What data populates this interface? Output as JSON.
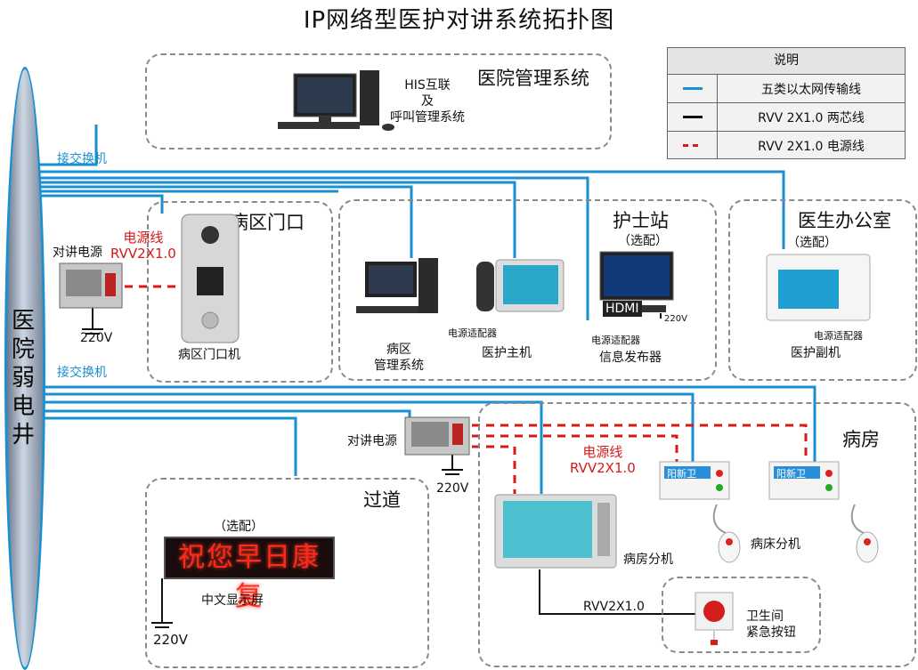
{
  "title": "IP网络型医护对讲系统拓扑图",
  "well_label": "医院弱电井",
  "switch_label_top": "接交换机",
  "switch_label_mid": "接交换机",
  "legend": {
    "header": "说明",
    "rows": [
      {
        "label": "五类以太网传输线",
        "color": "#1a8fd2",
        "style": "solid"
      },
      {
        "label": "RVV 2X1.0 两芯线",
        "color": "#111111",
        "style": "solid"
      },
      {
        "label": "RVV 2X1.0 电源线",
        "color": "#d71919",
        "style": "dashed"
      }
    ]
  },
  "zones": {
    "his": {
      "title": "医院管理系统",
      "device_label": [
        "HIS互联",
        "及",
        "呼叫管理系统"
      ]
    },
    "ward_gate": {
      "title": "病区门口",
      "power_label": "对讲电源",
      "power_cable": [
        "电源线",
        "RVV2X1.0"
      ],
      "voltage": "220V",
      "device_label": "病区门口机"
    },
    "nurse": {
      "title": "护士站",
      "optional": "（选配）",
      "pc_label": [
        "病区",
        "管理系统"
      ],
      "adapter1": "电源适配器",
      "host_label": "医护主机",
      "hdmi": "HDMI",
      "voltage": "220V",
      "adapter2": "电源适配器",
      "publisher_label": "信息发布器"
    },
    "doctor": {
      "title": "医生办公室",
      "optional": "（选配）",
      "adapter": "电源适配器",
      "device_label": "医护副机"
    },
    "corridor": {
      "title": "过道",
      "optional": "（选配）",
      "led_text": "祝您早日康复",
      "device_label": "中文显示屏",
      "voltage": "220V"
    },
    "ward": {
      "title": "病房",
      "power_label": "对讲电源",
      "voltage": "220V",
      "power_cable": [
        "电源线",
        "RVV2X1.0"
      ],
      "room_terminal": "病房分机",
      "bed_terminal": "病床分机",
      "bed_brand": "阳新卫",
      "cable": "RVV2X1.0",
      "emergency": [
        "卫生间",
        "紧急按钮"
      ]
    }
  }
}
